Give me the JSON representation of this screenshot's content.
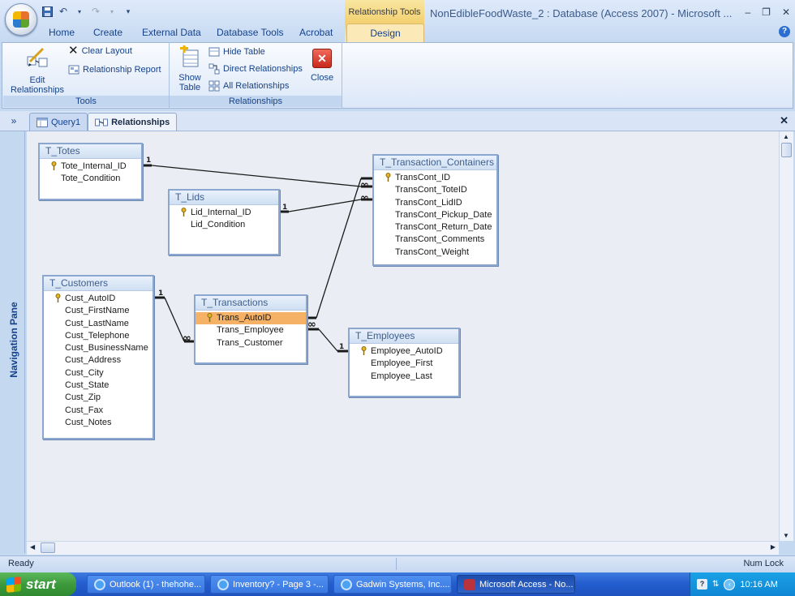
{
  "window": {
    "title": "NonEdibleFoodWaste_2 : Database (Access 2007) - Microsoft ...",
    "context_tab_group": "Relationship Tools",
    "controls": [
      "–",
      "❐",
      "✕"
    ]
  },
  "ribbon": {
    "tabs": [
      "Home",
      "Create",
      "External Data",
      "Database Tools",
      "Acrobat"
    ],
    "active_tab": "Design",
    "groups": {
      "tools": {
        "label": "Tools",
        "edit_relationships": "Edit\nRelationships",
        "clear_layout": "Clear Layout",
        "relationship_report": "Relationship Report"
      },
      "relationships": {
        "label": "Relationships",
        "show_table": "Show\nTable",
        "hide_table": "Hide Table",
        "direct_relationships": "Direct Relationships",
        "all_relationships": "All Relationships",
        "close": "Close"
      }
    }
  },
  "doc_tabs": [
    {
      "label": "Query1",
      "icon": "query-icon",
      "active": false
    },
    {
      "label": "Relationships",
      "icon": "relationships-icon",
      "active": true
    }
  ],
  "nav_toggle": "»",
  "navigation_pane": "Navigation Pane",
  "tables": {
    "totes": {
      "name": "T_Totes",
      "fields": [
        "Tote_Internal_ID",
        "Tote_Condition"
      ],
      "key": 0
    },
    "lids": {
      "name": "T_Lids",
      "fields": [
        "Lid_Internal_ID",
        "Lid_Condition"
      ],
      "key": 0
    },
    "transaction_containers": {
      "name": "T_Transaction_Containers",
      "fields": [
        "TransCont_ID",
        "TransCont_ToteID",
        "TransCont_LidID",
        "TransCont_Pickup_Date",
        "TransCont_Return_Date",
        "TransCont_Comments",
        "TransCont_Weight"
      ],
      "key": 0
    },
    "customers": {
      "name": "T_Customers",
      "fields": [
        "Cust_AutoID",
        "Cust_FirstName",
        "Cust_LastName",
        "Cust_Telephone",
        "Cust_BusinessName",
        "Cust_Address",
        "Cust_City",
        "Cust_State",
        "Cust_Zip",
        "Cust_Fax",
        "Cust_Notes"
      ],
      "key": 0
    },
    "transactions": {
      "name": "T_Transactions",
      "fields": [
        "Trans_AutoID",
        "Trans_Employee",
        "Trans_Customer"
      ],
      "key": 0,
      "selected": 0
    },
    "employees": {
      "name": "T_Employees",
      "fields": [
        "Employee_AutoID",
        "Employee_First",
        "Employee_Last"
      ],
      "key": 0
    }
  },
  "relationship_symbols": {
    "one": "1",
    "many": "∞"
  },
  "status": {
    "left": "Ready",
    "right": "Num Lock"
  },
  "taskbar": {
    "start": "start",
    "items": [
      {
        "label": "Outlook (1) - thehohe...",
        "icon": "ie-icon",
        "active": false
      },
      {
        "label": "Inventory? - Page 3 -...",
        "icon": "ie-icon",
        "active": false
      },
      {
        "label": "Gadwin Systems, Inc....",
        "icon": "ie-icon",
        "active": false
      },
      {
        "label": "Microsoft Access - No...",
        "icon": "access-icon",
        "active": true
      }
    ],
    "clock": "10:16 AM"
  }
}
